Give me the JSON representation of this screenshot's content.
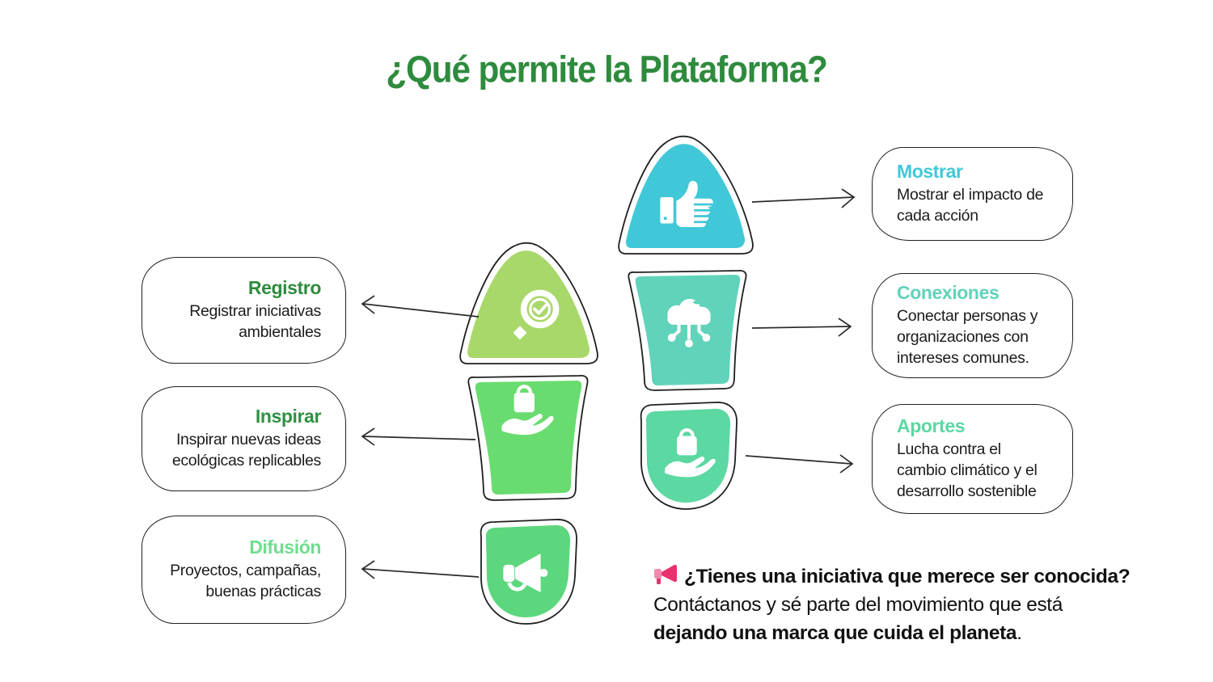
{
  "title": {
    "text": "¿Qué permite la Plataforma?",
    "color": "#2e8b3d"
  },
  "cards": {
    "registro": {
      "title": "Registro",
      "title_color": "#2e8b3d",
      "body": "Registrar iniciativas ambientales"
    },
    "inspirar": {
      "title": "Inspirar",
      "title_color": "#2f9143",
      "body": "Inspirar nuevas ideas ecológicas replicables"
    },
    "difusion": {
      "title": "Difusión",
      "title_color": "#6ede8e",
      "body": "Proyectos, campañas, buenas prácticas"
    },
    "mostrar": {
      "title": "Mostrar",
      "title_color": "#41c8d8",
      "body": "Mostrar el impacto de cada acción"
    },
    "conexiones": {
      "title": "Conexiones",
      "title_color": "#61d3ba",
      "body": "Conectar personas y organizaciones con intereses comunes."
    },
    "aportes": {
      "title": "Aportes",
      "title_color": "#5cd8a2",
      "body": "Lucha contra el cambio climático y el desarrollo sostenible"
    }
  },
  "shapes": {
    "search": {
      "color": "#a8d86a",
      "icon": "magnifier-check-icon"
    },
    "handbag_left": {
      "color": "#69dc6f",
      "icon": "hand-holding-bag-icon"
    },
    "megaphone": {
      "color": "#5dd77e",
      "icon": "megaphone-icon"
    },
    "thumbs": {
      "color": "#41c8d8",
      "icon": "thumbs-up-icon"
    },
    "cloud": {
      "color": "#61d3ba",
      "icon": "cloud-network-icon"
    },
    "handbag_right": {
      "color": "#5cd8a2",
      "icon": "hand-holding-bag-icon"
    }
  },
  "cta": {
    "line1": "¿Tienes una iniciativa que merece ser conocida?",
    "line2": "Contáctanos y sé parte del movimiento que está",
    "line3_bold": "dejando una marca que cuida el planeta",
    "line3_suffix": ".",
    "emoji_main": "#e9316e",
    "emoji_light": "#f387ad"
  },
  "style": {
    "outline_color": "#1f1f1f",
    "arrow_color": "#2a2a2a",
    "icon_color": "#ffffff"
  }
}
